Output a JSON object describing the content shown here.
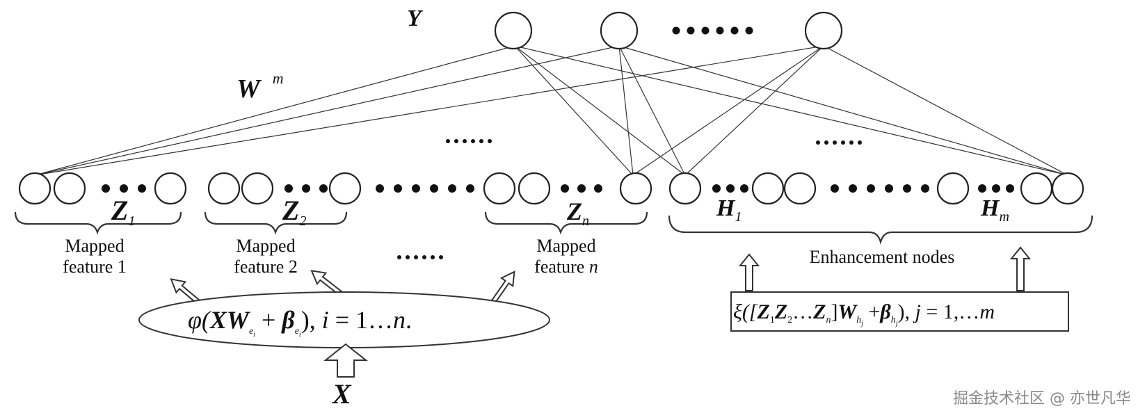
{
  "output_symbol": "Y",
  "weight_symbol": "W",
  "weight_superscript": "m",
  "input_symbol": "X",
  "groups": [
    {
      "symbol": "Z",
      "subscript": "1",
      "label_line1": "Mapped",
      "label_line2": "feature 1"
    },
    {
      "symbol": "Z",
      "subscript": "2",
      "label_line1": "Mapped",
      "label_line2": "feature 2"
    },
    {
      "symbol": "Z",
      "subscript": "n",
      "label_line1": "Mapped",
      "label_line2_prefix": "feature ",
      "label_line2_italic": "n"
    }
  ],
  "enhancement": {
    "symbol_first": "H",
    "sub_first": "1",
    "symbol_last": "H",
    "sub_last": "m",
    "label": "Enhancement nodes"
  },
  "mapping_formula": {
    "phi": "φ(",
    "XW": "XW",
    "e_sub": "e",
    "i_sub": "i",
    "plus": " + ",
    "beta": "β",
    "tail": "), ",
    "i_eq": "i",
    "range": " = 1…",
    "n": "n",
    "end": "."
  },
  "enhancement_formula": {
    "xi": "ξ([",
    "Z1": "Z",
    "s1": "1",
    "Z2": "Z",
    "s2": "2",
    "dots": "…",
    "Zn": "Z",
    "sn": "n",
    "mid": "]",
    "W": "W",
    "h": "h",
    "j": "j",
    "plus": " +",
    "beta": "β",
    "tail": "), ",
    "j_eq": "j",
    "range": " = 1,…",
    "m": "m"
  },
  "ellipsis_dots": "••••••",
  "watermark": "掘金技术社区 @ 亦世凡华"
}
